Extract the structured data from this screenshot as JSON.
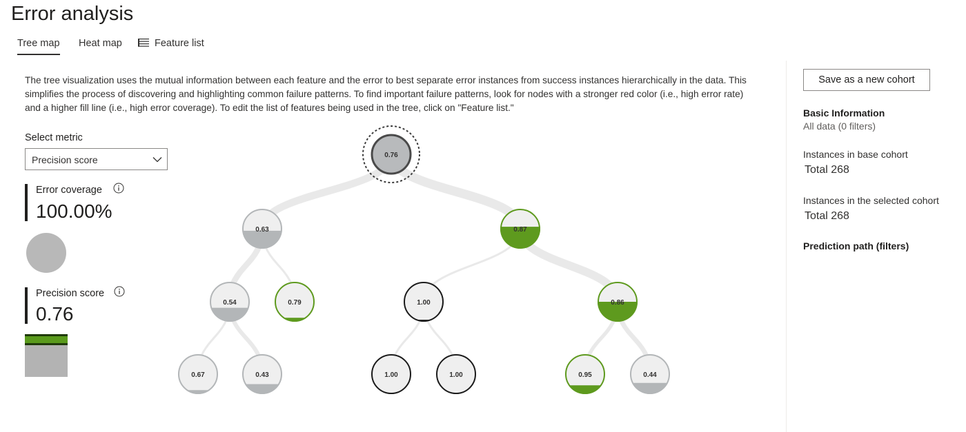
{
  "page": {
    "title": "Error analysis"
  },
  "tabs": [
    {
      "label": "Tree map",
      "active": true
    },
    {
      "label": "Heat map",
      "active": false
    },
    {
      "label": "Feature list",
      "active": false,
      "icon": "list-icon"
    }
  ],
  "description": "The tree visualization uses the mutual information between each feature and the error to best separate error instances from success instances hierarchically in the data. This simplifies the process of discovering and highlighting common failure patterns. To find important failure patterns, look for nodes with a stronger red color (i.e., high error rate) and a higher fill line (i.e., high error coverage). To edit the list of features being used in the tree, click on \"Feature list.\"",
  "metric_selector": {
    "label": "Select metric",
    "value": "Precision score"
  },
  "stats": {
    "error_coverage": {
      "title": "Error coverage",
      "value": "100.00%",
      "fraction": 1.0
    },
    "precision": {
      "title": "Precision score",
      "value": "0.76",
      "level": 0.76
    }
  },
  "colors": {
    "node_fill": "#efefef",
    "node_gray": "#b3b6b8",
    "node_green": "#5e9a1e",
    "node_dark": "#1b1b1b",
    "link": "#e9e9e9",
    "root_fill": "#b8babc"
  },
  "tree": {
    "nodes": [
      {
        "id": "root",
        "label": "0.76",
        "metric": 0.76,
        "coverage": 1.0,
        "color": "gray",
        "selected": true
      },
      {
        "id": "n1",
        "parent": "root",
        "label": "0.63",
        "metric": 0.63,
        "coverage": 0.45,
        "color": "gray"
      },
      {
        "id": "n2",
        "parent": "root",
        "label": "0.87",
        "metric": 0.87,
        "coverage": 0.55,
        "color": "green"
      },
      {
        "id": "n3",
        "parent": "n1",
        "label": "0.54",
        "metric": 0.54,
        "coverage": 0.35,
        "color": "gray"
      },
      {
        "id": "n4",
        "parent": "n1",
        "label": "0.79",
        "metric": 0.79,
        "coverage": 0.1,
        "color": "green"
      },
      {
        "id": "n5",
        "parent": "n2",
        "label": "1.00",
        "metric": 1.0,
        "coverage": 0.05,
        "color": "dark"
      },
      {
        "id": "n6",
        "parent": "n2",
        "label": "0.86",
        "metric": 0.86,
        "coverage": 0.5,
        "color": "green"
      },
      {
        "id": "n7",
        "parent": "n3",
        "label": "0.67",
        "metric": 0.67,
        "coverage": 0.1,
        "color": "gray"
      },
      {
        "id": "n8",
        "parent": "n3",
        "label": "0.43",
        "metric": 0.43,
        "coverage": 0.25,
        "color": "gray"
      },
      {
        "id": "n9",
        "parent": "n5",
        "label": "1.00",
        "metric": 1.0,
        "coverage": 0.03,
        "color": "dark"
      },
      {
        "id": "n10",
        "parent": "n5",
        "label": "1.00",
        "metric": 1.0,
        "coverage": 0.02,
        "color": "dark"
      },
      {
        "id": "n11",
        "parent": "n6",
        "label": "0.95",
        "metric": 0.95,
        "coverage": 0.22,
        "color": "green"
      },
      {
        "id": "n12",
        "parent": "n6",
        "label": "0.44",
        "metric": 0.44,
        "coverage": 0.28,
        "color": "gray"
      }
    ]
  },
  "panel": {
    "save_button": "Save as a new cohort",
    "basic_info_label": "Basic Information",
    "basic_info_value": "All data (0 filters)",
    "base_cohort_label": "Instances in base cohort",
    "base_cohort_value": "Total 268",
    "selected_cohort_label": "Instances in the selected cohort",
    "selected_cohort_value": "Total 268",
    "prediction_path_label": "Prediction path (filters)"
  }
}
